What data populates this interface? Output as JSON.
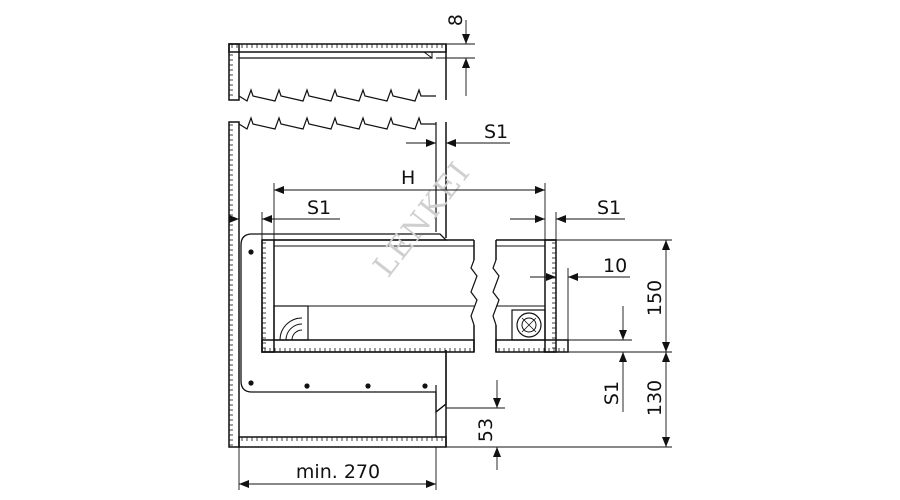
{
  "dimensions": {
    "top_gap": "8",
    "s1_right": "S1",
    "height_label": "H",
    "s1_left": "S1",
    "s1_far_right": "S1",
    "offset_10": "10",
    "height_150": "150",
    "s1_vertical": "S1",
    "height_130": "130",
    "height_53": "53",
    "min_width": "min. 270"
  },
  "watermark": "LENKEI",
  "colors": {
    "line": "#111111",
    "watermark": "#cfcfcf"
  }
}
